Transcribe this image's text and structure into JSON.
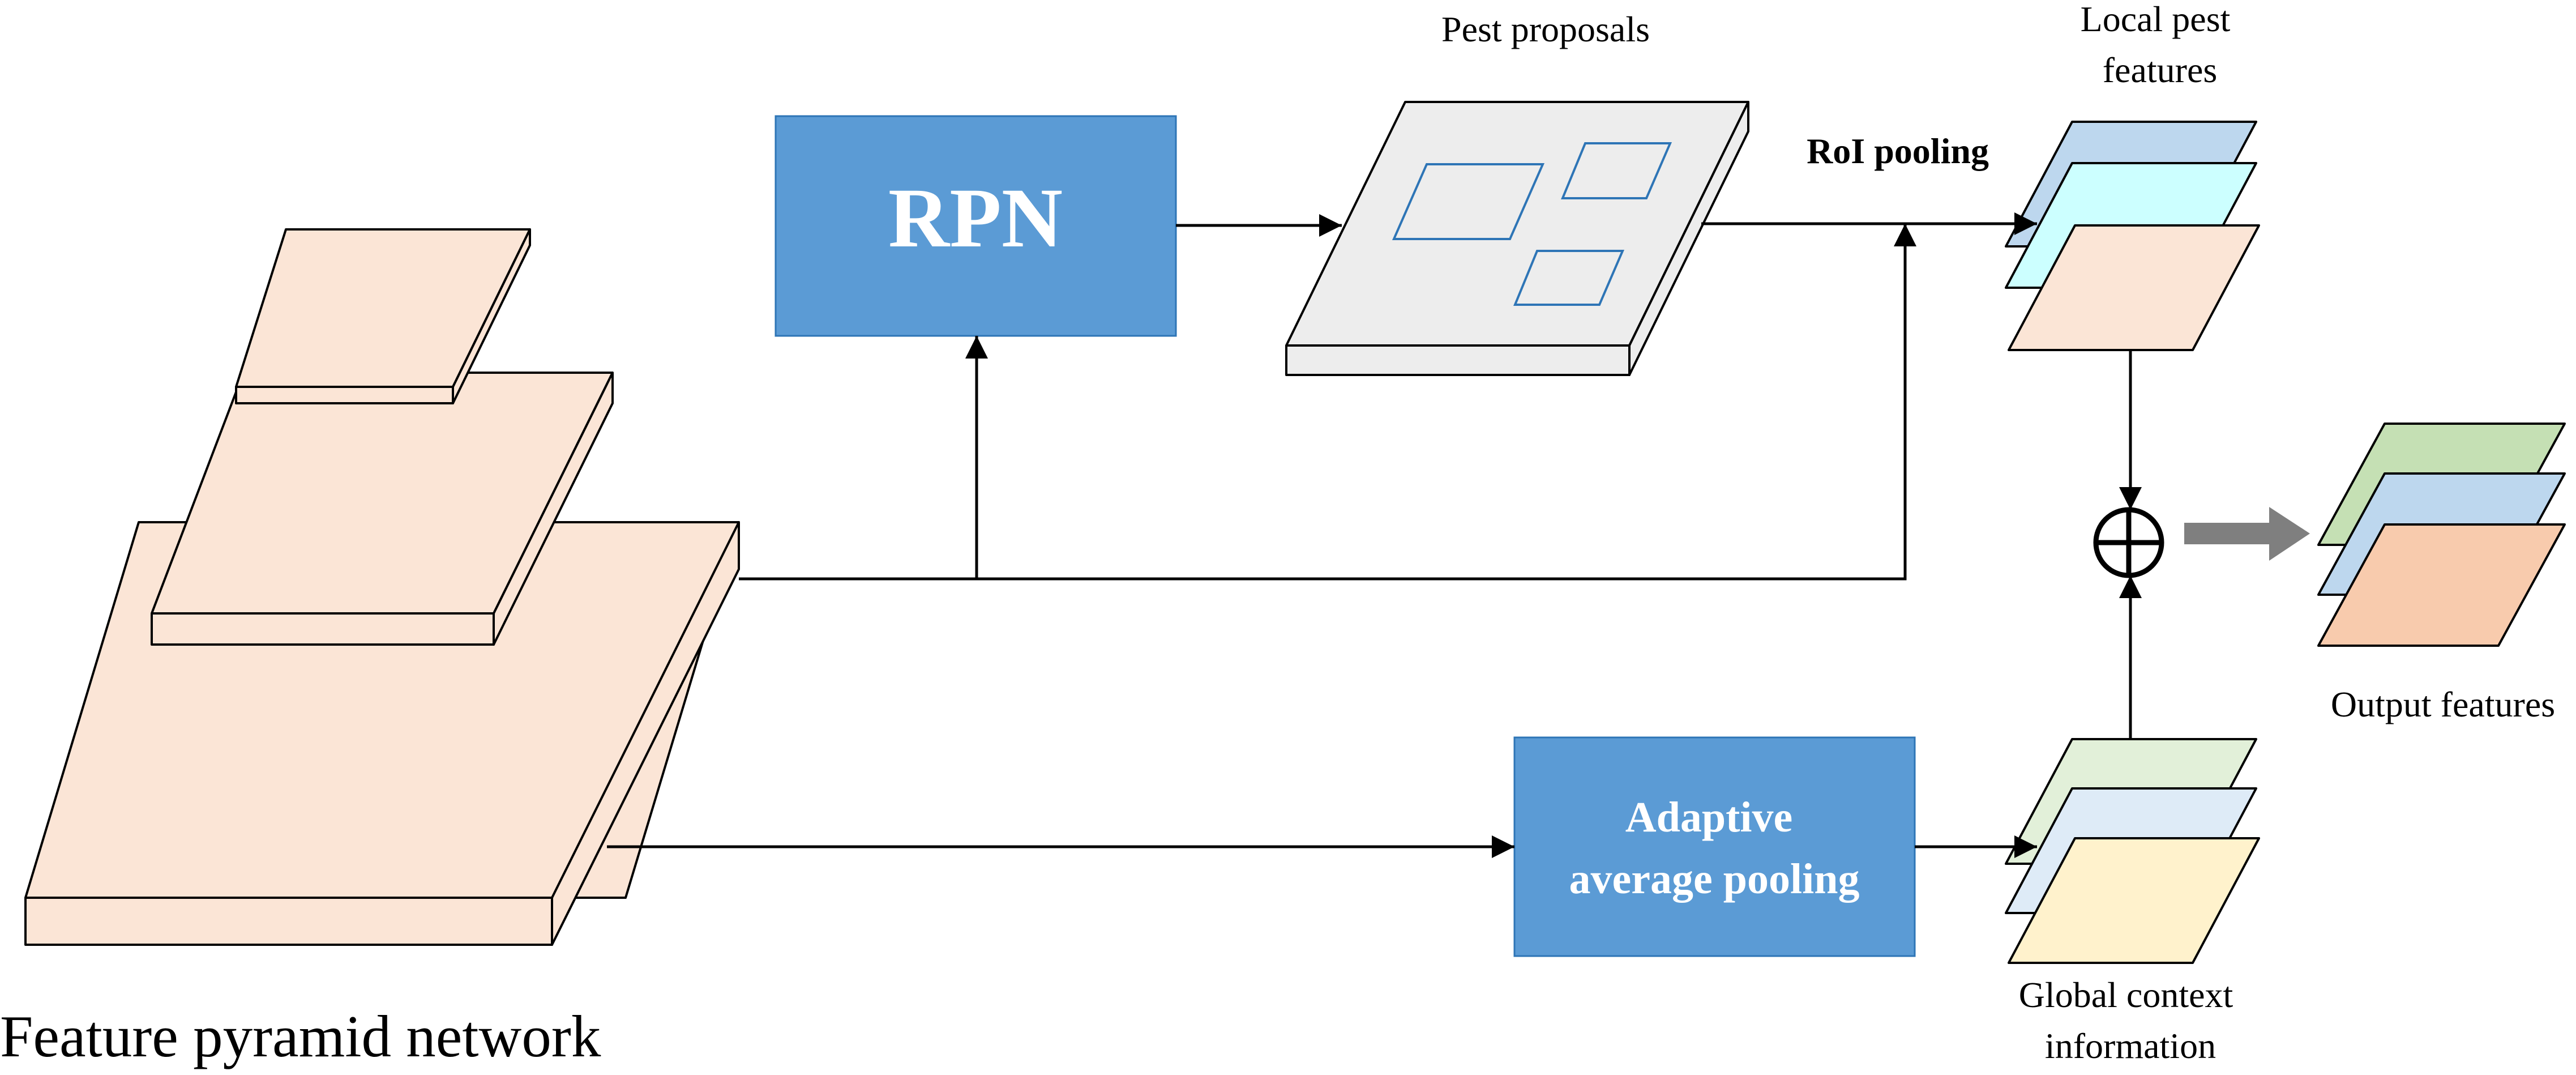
{
  "diagram": {
    "fpn_label": "Feature pyramid network",
    "rpn_label": "RPN",
    "pest_proposals_label": "Pest proposals",
    "roi_pooling_label": "RoI pooling",
    "local_features_label": [
      "Local pest",
      "features"
    ],
    "global_context_label": [
      "Global context",
      "information"
    ],
    "adaptive_pool_label": [
      "Adaptive",
      "average pooling"
    ],
    "output_features_label": "Output features",
    "colors": {
      "fpn_fill": "#FBE5D6",
      "box_blue": "#5B9BD5",
      "proposal_plane": "#EDEDED",
      "proposal_box_stroke": "#2E75B6",
      "local_layer_1": "#BDD7EE",
      "local_layer_2": "#CCFFFF",
      "local_layer_3": "#FBE5D6",
      "global_layer_1": "#E2F0D9",
      "global_layer_2": "#DEEBF7",
      "global_layer_3": "#FFF2CC",
      "output_layer_1": "#C5E0B4",
      "output_layer_2": "#BDD7EE",
      "output_layer_3": "#F8CBAD",
      "output_arrow": "#7F7F7F"
    }
  }
}
